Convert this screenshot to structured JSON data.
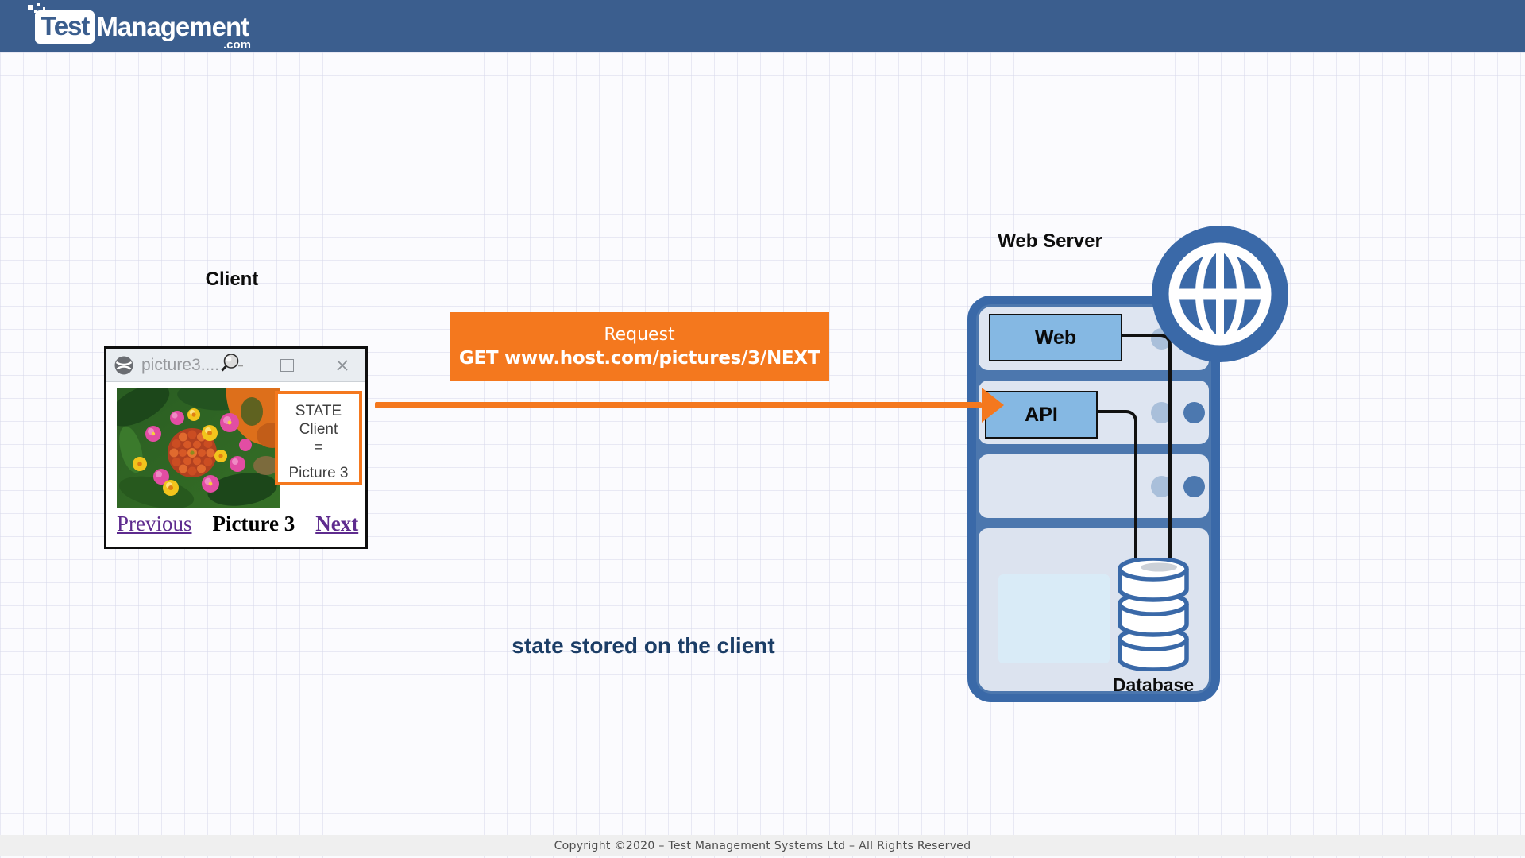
{
  "header": {
    "logo_test": "Test",
    "logo_management": "Management",
    "logo_com": ".com"
  },
  "client": {
    "label": "Client",
    "browser": {
      "title": "picture3....",
      "state_box": {
        "line1": "STATE",
        "line2": "Client",
        "line3": "=",
        "line4": "Picture 3"
      },
      "prev_link": "Previous",
      "caption": "Picture 3",
      "next_link": "Next"
    }
  },
  "request": {
    "title": "Request",
    "url": "GET www.host.com/pictures/3/NEXT"
  },
  "server": {
    "label": "Web Server",
    "web_unit": "Web",
    "api_unit": "API",
    "database_label": "Database"
  },
  "annotation": {
    "text": "state stored on the client"
  },
  "footer": {
    "text": "Copyright ©2020 – Test Management Systems Ltd – All Rights Reserved"
  },
  "icons": {
    "browser_favicon": "globe-icon",
    "title_cursor": "magnifier-cursor-icon",
    "maximize": "square-outline",
    "close": "x-cross",
    "internet": "globe-icon",
    "database": "cylinder-stack"
  },
  "colors": {
    "header_blue": "#3B5E8E",
    "accent_orange": "#F4781E",
    "rack_blue": "#3A69A8",
    "node_blue": "#85B8E3",
    "annotation_navy": "#1B3D66",
    "link_purple": "#5E2B8E"
  }
}
